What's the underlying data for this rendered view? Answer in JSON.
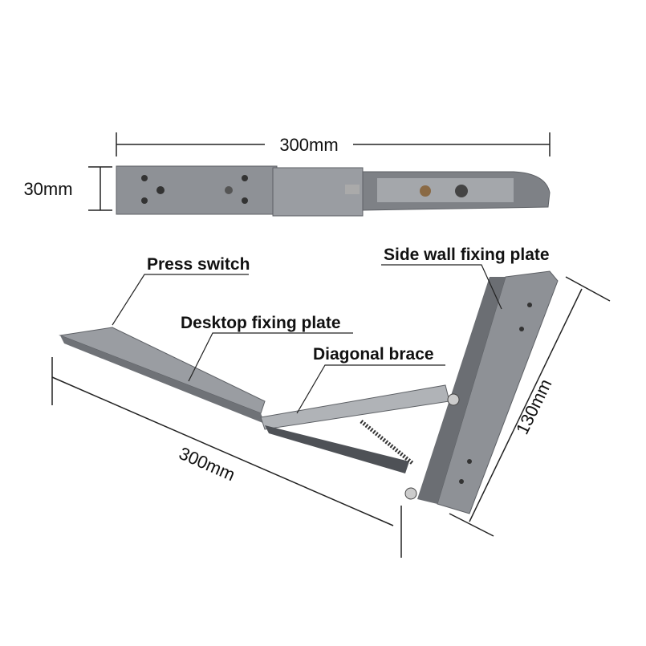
{
  "top_view": {
    "length_label": "300mm",
    "height_label": "30mm"
  },
  "callouts": {
    "press_switch": "Press switch",
    "side_wall_plate": "Side wall fixing plate",
    "desktop_plate": "Desktop fixing plate",
    "diagonal_brace": "Diagonal brace"
  },
  "side_view": {
    "arm_length_label": "300mm",
    "wall_plate_length_label": "130mm"
  },
  "colors": {
    "metal": "#8e9196",
    "metal_dark": "#5d6065",
    "metal_light": "#b4b7bb",
    "line": "#222222"
  }
}
